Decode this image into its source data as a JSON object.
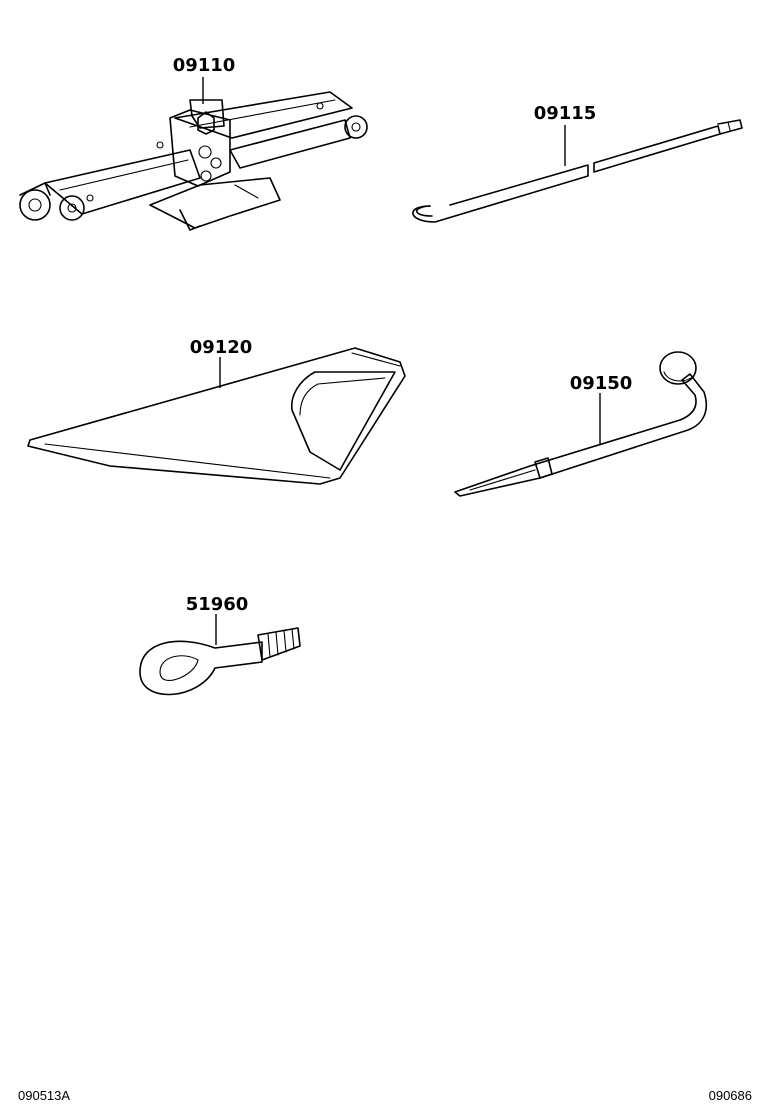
{
  "parts": [
    {
      "id": "jack",
      "number": "09110"
    },
    {
      "id": "jack-handle",
      "number": "09115"
    },
    {
      "id": "tool-bag",
      "number": "09120"
    },
    {
      "id": "wheel-wrench",
      "number": "09150"
    },
    {
      "id": "towing-eye",
      "number": "51960"
    }
  ],
  "footer": {
    "left_code": "090513A",
    "right_code": "090686"
  }
}
